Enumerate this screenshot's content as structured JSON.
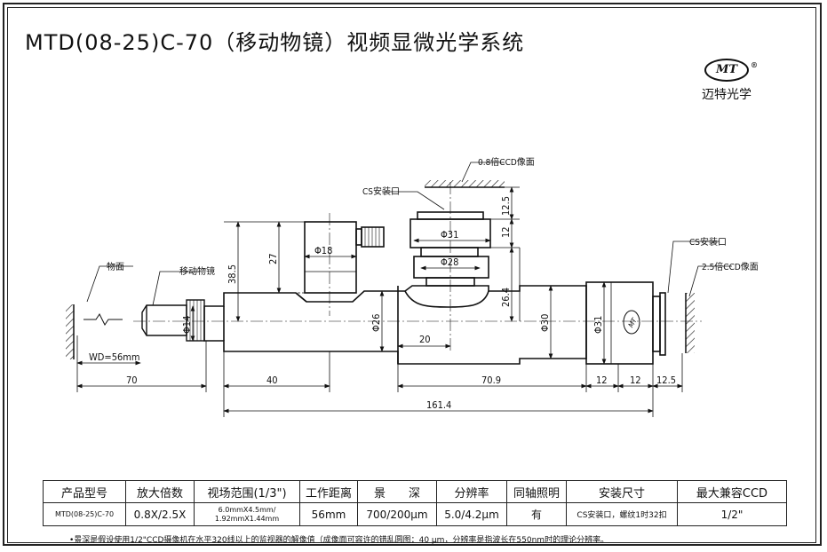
{
  "title": "MTD(08-25)C-70（移动物镜）视频显微光学系统",
  "logo": {
    "mark": "MT",
    "registered": "®",
    "name": "迈特光学"
  },
  "annotations": {
    "object_plane": "物面",
    "moving_objective": "移动物镜",
    "ccd_08": "0.8倍CCD像面",
    "cs_mount_top": "CS安装口",
    "cs_mount_right": "CS安装口",
    "ccd_25": "2.5倍CCD像面",
    "wd": "WD=56mm",
    "body_mark": "MT"
  },
  "dimensions": {
    "d14": "Φ14",
    "d18": "Φ18",
    "d26": "Φ26",
    "d31_top": "Φ31",
    "d28": "Φ28",
    "d30": "Φ30",
    "d31_right": "Φ31",
    "h38_5": "38.5",
    "h27": "27",
    "h26_4": "26.4",
    "h12_5_top": "12.5",
    "h12_top": "12",
    "l20": "20",
    "l70": "70",
    "l40": "40",
    "l70_9": "70.9",
    "l12a": "12",
    "l12b": "12",
    "l12_5": "12.5",
    "l161_4": "161.4"
  },
  "table": {
    "headers": [
      "产品型号",
      "放大倍数",
      "视场范围(1/3\")",
      "工作距离",
      "景　　深",
      "分辨率",
      "同轴照明",
      "安装尺寸",
      "最大兼容CCD"
    ],
    "row": {
      "model": "MTD(08-25)C-70",
      "magnification": "0.8X/2.5X",
      "fov_line1": "6.0mmX4.5mm/",
      "fov_line2": "1.92mmX1.44mm",
      "wd": "56mm",
      "dof": "700/200μm",
      "resolution": "5.0/4.2μm",
      "coaxial": "有",
      "mount": "CS安装口，螺纹1时32扣",
      "ccd": "1/2\""
    }
  },
  "note": "•景深是假设使用1/2\"CCD摄像机在水平320线以上的监视器的解像值（成像面可容许的错乱圆图：40 μm，分辨率是指波长在550nm时的理论分辨率。"
}
